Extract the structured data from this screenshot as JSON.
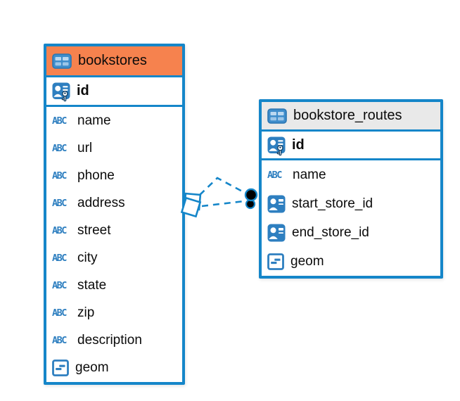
{
  "diagram": {
    "background": "#ffffff",
    "accent_blue": "#1586C9",
    "icon_blue": "#2E7FC0",
    "header_orange": "#F6824E",
    "header_gray": "#E9E9E9",
    "text_color": "#0b0b0b"
  },
  "icons": {
    "abc_glyph": "ABC",
    "table": "table-icon",
    "primary_key": "person-key-icon",
    "reference": "person-badge-icon",
    "text_type": "abc-text-icon",
    "geometry_type": "geometry-icon"
  },
  "tables": [
    {
      "name": "bookstores",
      "header_color": "#F6824E",
      "primary_key": {
        "label": "id"
      },
      "columns": [
        {
          "label": "name",
          "type": "text"
        },
        {
          "label": "url",
          "type": "text"
        },
        {
          "label": "phone",
          "type": "text"
        },
        {
          "label": "address",
          "type": "text"
        },
        {
          "label": "street",
          "type": "text"
        },
        {
          "label": "city",
          "type": "text"
        },
        {
          "label": "state",
          "type": "text"
        },
        {
          "label": "zip",
          "type": "text"
        },
        {
          "label": "description",
          "type": "text"
        },
        {
          "label": "geom",
          "type": "geometry"
        }
      ]
    },
    {
      "name": "bookstore_routes",
      "header_color": "#E9E9E9",
      "primary_key": {
        "label": "id"
      },
      "columns": [
        {
          "label": "name",
          "type": "text"
        },
        {
          "label": "start_store_id",
          "type": "reference"
        },
        {
          "label": "end_store_id",
          "type": "reference"
        },
        {
          "label": "geom",
          "type": "geometry"
        }
      ]
    }
  ],
  "relationships": {
    "count": 2,
    "style": "dashed",
    "between": [
      "bookstores",
      "bookstore_routes"
    ],
    "left_endpoint": "overlapping-squares",
    "right_endpoint": "black-dots"
  }
}
